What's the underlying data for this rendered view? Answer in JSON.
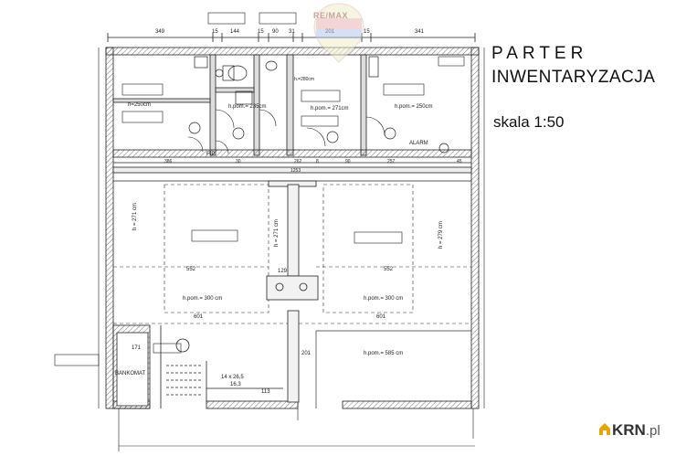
{
  "header": {
    "line1": "PARTER",
    "line2": "INWENTARYZACJA",
    "scale": "skala 1:50"
  },
  "watermark": {
    "text": "RE/MAX"
  },
  "branding": {
    "site": "KRN",
    "tld": ".pl"
  },
  "dimensions_top": [
    "349",
    "15",
    "144",
    "15",
    "90",
    "31",
    "201",
    "15",
    "341"
  ],
  "dimensions_mid": [
    "386",
    "30",
    "262",
    "8",
    "90",
    "257",
    "45",
    "1253"
  ],
  "rooms": {
    "upper_left": "h=250cm",
    "upper_mid_left": "h.pom.= 235cm",
    "upper_mid": "h.pom.= 271cm",
    "upper_right": "h.pom.= 250cm",
    "hall_left": "h.pom.= 300 cm",
    "hall_right": "h.pom.= 300 cm",
    "lower_right": "h.pom.= 585 cm",
    "h_upper_center": "h.=280cm"
  },
  "labels": {
    "bankomat": "BANKOMAT",
    "alarm": "ALARM",
    "fip": "FIP",
    "stairs": "14 x 26,5",
    "stairs_h": "16,3",
    "h_left_vert": "h = 271 cm",
    "h_right_vert": "h = 279 cm",
    "h_center_vert": "h = 271 cm"
  },
  "hall_dims": {
    "left_width": "552",
    "left_width2": "601",
    "right_width": "552",
    "right_width2": "601",
    "center_129": "129",
    "center_201": "201",
    "lower_171": "171",
    "lower_113": "113"
  }
}
